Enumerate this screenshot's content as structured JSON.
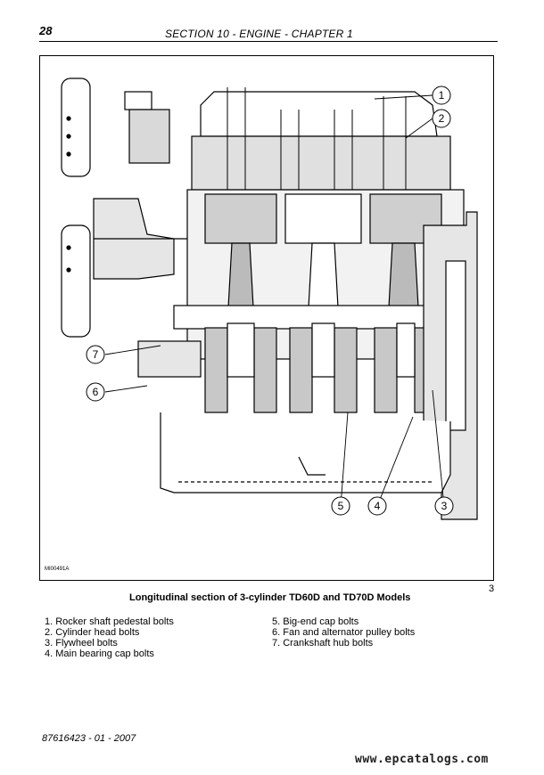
{
  "header": {
    "page_number": "28",
    "section_title": "SECTION 10 - ENGINE - CHAPTER 1"
  },
  "figure": {
    "code": "MI00491A",
    "caption": "Longitudinal section of 3-cylinder TD60D and TD70D Models",
    "number": "3",
    "callouts": [
      "1",
      "2",
      "3",
      "4",
      "5",
      "6",
      "7"
    ]
  },
  "legend": {
    "items": [
      "1.  Rocker shaft pedestal bolts",
      "2.  Cylinder head bolts",
      "3.  Flywheel bolts",
      "4.  Main bearing cap bolts",
      "5.  Big-end cap bolts",
      "6.  Fan and alternator pulley bolts",
      "7.  Crankshaft hub bolts"
    ]
  },
  "footer": {
    "doc_code": "87616423 - 01 - 2007",
    "watermark": "www.epcatalogs.com"
  }
}
